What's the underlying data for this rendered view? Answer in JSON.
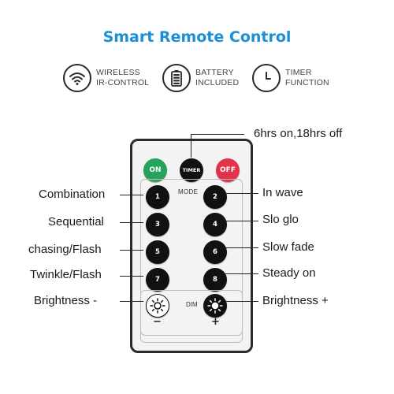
{
  "title": "Smart Remote Control",
  "features": [
    {
      "icon": "wireless-icon",
      "line1": "WIRELESS",
      "line2": "IR-CONTROL"
    },
    {
      "icon": "battery-icon",
      "line1": "BATTERY",
      "line2": "INCLUDED"
    },
    {
      "icon": "clock-icon",
      "line1": "TIMER",
      "line2": "FUNCTION"
    }
  ],
  "remote": {
    "on_label": "ON",
    "timer_label": "TIMER",
    "off_label": "OFF",
    "mode_label": "MODE",
    "dim_label": "DIM",
    "minus": "−",
    "plus": "+",
    "buttons": [
      "1",
      "2",
      "3",
      "4",
      "5",
      "6",
      "7",
      "8"
    ],
    "colors": {
      "on": "#27a25a",
      "off": "#e2334b",
      "body": "#111111"
    }
  },
  "callouts": {
    "timer": "6hrs on,18hrs off",
    "b1": "Combination",
    "b2": "In wave",
    "b3": "Sequential",
    "b4": "Slo glo",
    "b5": "chasing/Flash",
    "b6": "Slow fade",
    "b7": "Twinkle/Flash",
    "b8": "Steady on",
    "dim_minus": "Brightness -",
    "dim_plus": "Brightness +"
  }
}
